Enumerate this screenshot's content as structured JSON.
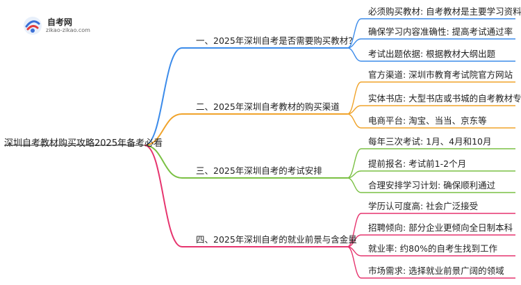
{
  "logo": {
    "title": "自考网",
    "url": "zikao-zikao.com"
  },
  "root": "深圳自考教材购买攻略2025年备考必看",
  "branches": [
    {
      "label": "一、2025年深圳自考是否需要购买教材？",
      "color": "#3b8bea",
      "children": [
        "必须购买教材: 自考教材是主要学习资料",
        "确保学习内容准确性: 提高考试通过率",
        "考试出题依据: 根据教材大纲出题"
      ]
    },
    {
      "label": "二、2025年深圳自考教材的购买渠道",
      "color": "#f0a32a",
      "children": [
        "官方渠道: 深圳市教育考试院官方网站",
        "实体书店: 大型书店或书城的自考教材专柜",
        "电商平台: 淘宝、当当、京东等"
      ]
    },
    {
      "label": "三、2025年深圳自考的考试安排",
      "color": "#7ac043",
      "children": [
        "每年三次考试: 1月、4月和10月",
        "提前报名: 考试前1-2个月",
        "合理安排学习计划: 确保顺利通过"
      ]
    },
    {
      "label": "四、2025年深圳自考的就业前景与含金量",
      "color": "#e6346e",
      "children": [
        "学历认可度高: 社会广泛接受",
        "招聘倾向: 部分企业更倾向全日制本科",
        "就业率: 约80%的自考生找到工作",
        "市场需求: 选择就业前景广阔的领域"
      ]
    }
  ]
}
